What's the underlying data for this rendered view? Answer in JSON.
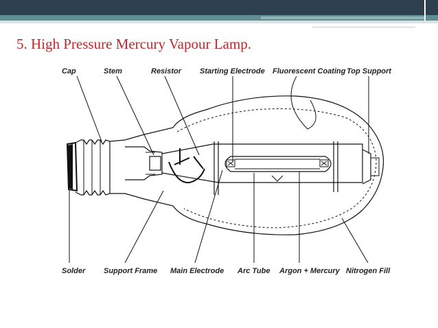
{
  "title": "5. High Pressure Mercury Vapour Lamp.",
  "colors": {
    "title": "#c0282d",
    "header_dark": "#2e3f4f",
    "header_teal": "#5f8f93"
  },
  "diagram": {
    "top_labels": {
      "cap": "Cap",
      "stem": "Stem",
      "resistor": "Resistor",
      "starting_electrode": "Starting Electrode",
      "fluorescent_coating": "Fluorescent Coating",
      "top_support": "Top Support"
    },
    "bottom_labels": {
      "solder": "Solder",
      "support_frame": "Support Frame",
      "main_electrode": "Main Electrode",
      "arc_tube": "Arc Tube",
      "argon_mercury": "Argon + Mercury",
      "nitrogen_fill": "Nitrogen Fill"
    }
  }
}
